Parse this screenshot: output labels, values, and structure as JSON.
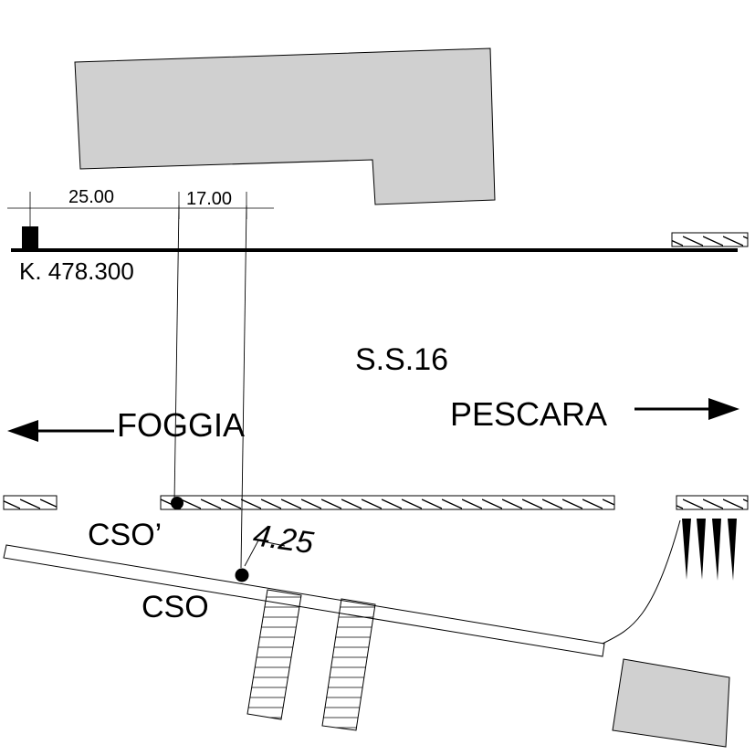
{
  "labels": {
    "km_marker": "K. 478.300",
    "road": "S.S.16",
    "left_direction": "FOGGIA",
    "right_direction": "PESCARA",
    "point_a": "CSO’",
    "point_b": "CSO"
  },
  "dimensions": {
    "first": "25.00",
    "second": "17.00",
    "offset": "4.25"
  },
  "colors": {
    "building_fill": "#d0d0d0",
    "ink": "#000000",
    "background": "#ffffff"
  }
}
